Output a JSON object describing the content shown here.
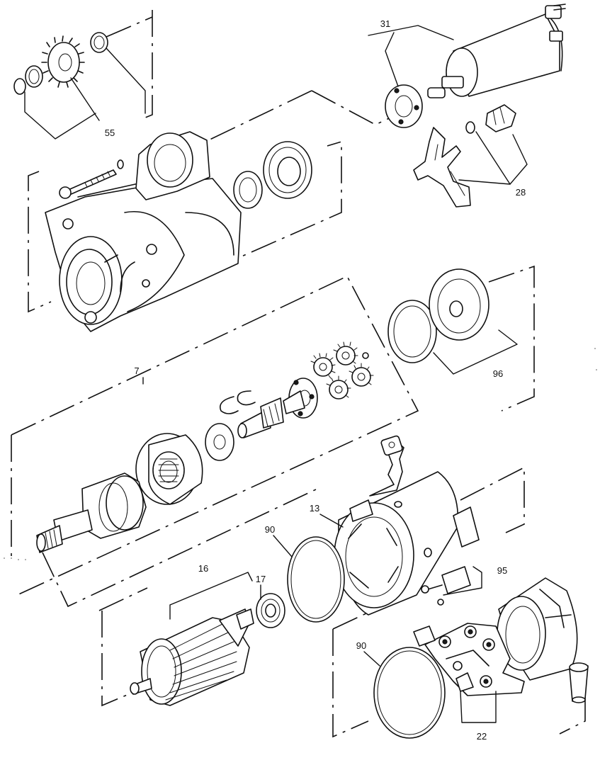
{
  "diagram": {
    "callouts": {
      "p31": "31",
      "p55": "55",
      "p28": "28",
      "p7": "7",
      "p96": "96",
      "p13": "13",
      "p90a": "90",
      "p95": "95",
      "p16": "16",
      "p17": "17",
      "p90b": "90",
      "p22": "22"
    }
  }
}
